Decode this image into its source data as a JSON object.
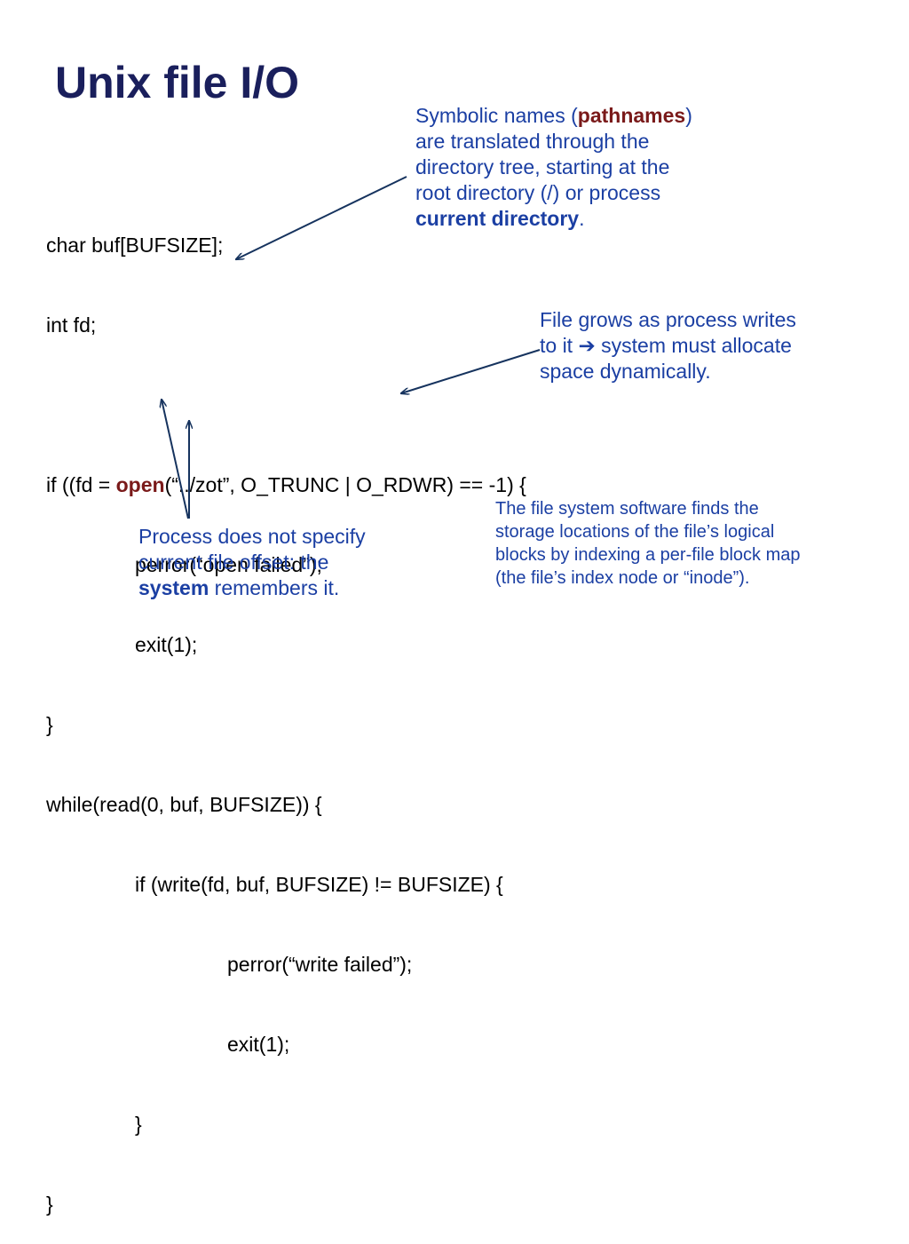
{
  "slide": {
    "title": "Unix file I/O"
  },
  "code": {
    "line1": "char buf[BUFSIZE];",
    "line2": "int fd;",
    "line3_pre": "if ((fd = ",
    "line3_kw": "open",
    "line3_post": "(“../zot”, O_TRUNC | O_RDWR) == -1) {",
    "line4": "perror(“open failed”);",
    "line5": "exit(1);",
    "line6": "}",
    "line7": "while(read(0, buf, BUFSIZE)) {",
    "line8": "if (write(fd, buf, BUFSIZE) != BUFSIZE) {",
    "line9": "perror(“write failed”);",
    "line10": "exit(1);",
    "line11": "}",
    "line12": "}"
  },
  "notes": {
    "pathnames": {
      "l1_pre": "Symbolic names (",
      "l1_em": "pathnames",
      "l1_post": ")",
      "l2": "are translated through the",
      "l3": "directory tree, starting at the",
      "l4": "root directory (/) or process",
      "l5_em": "current directory",
      "l5_post": "."
    },
    "grows": {
      "l1": "File grows as process writes",
      "l2_pre": "to it ",
      "l2_arrow": "➔",
      "l2_post": " system must allocate",
      "l3": "space dynamically."
    },
    "offset": {
      "l1": "Process does not specify",
      "l2": "current file offset: the",
      "l3_em": "system",
      "l3_post": " remembers it."
    },
    "inode": {
      "l1": "The file system software finds the",
      "l2": "storage locations of the file’s logical",
      "l3": "blocks by indexing a per-file block map",
      "l4": "(the file’s index node or “inode”)."
    }
  },
  "colors": {
    "title": "#1a1f5c",
    "note_text": "#1b3fa3",
    "keyword": "#7a1a1a",
    "arrow": "#16335e"
  }
}
